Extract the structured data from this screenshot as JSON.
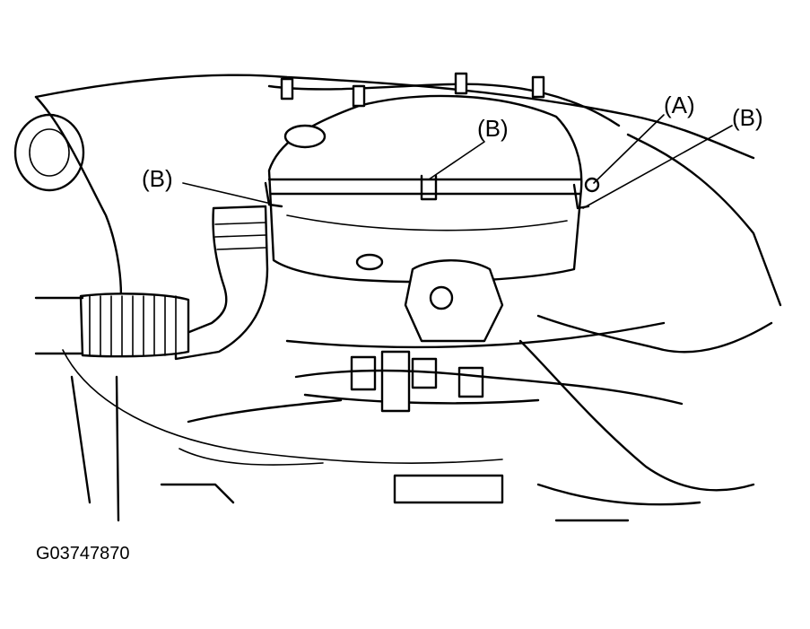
{
  "callouts": {
    "b_left": "(B)",
    "b_center": "(B)",
    "a_right": "(A)",
    "b_right": "(B)"
  },
  "figure_code": "G03747870"
}
